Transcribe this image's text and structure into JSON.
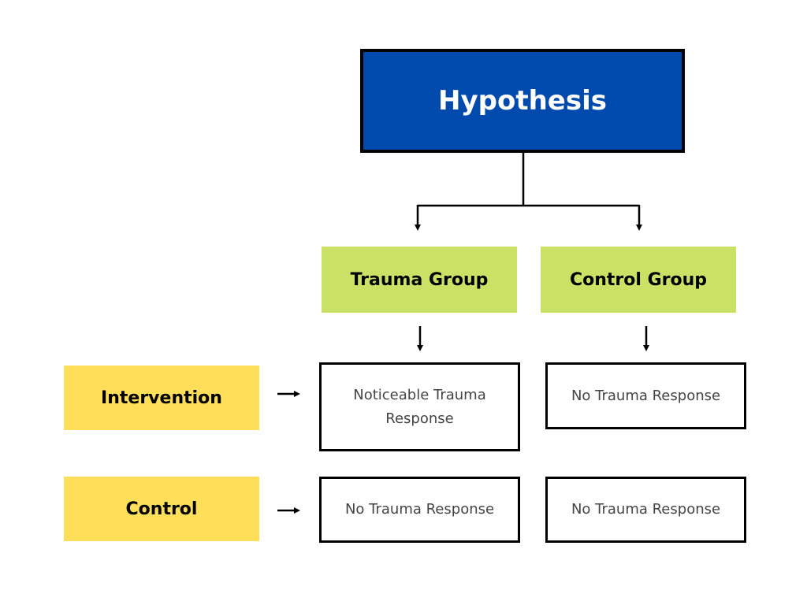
{
  "hypothesis": {
    "label": "Hypothesis"
  },
  "groups": [
    {
      "label": "Trauma Group"
    },
    {
      "label": "Control Group"
    }
  ],
  "rows": [
    {
      "label": "Intervention"
    },
    {
      "label": "Control"
    }
  ],
  "cells": [
    [
      "Noticeable Trauma Response",
      "No Trauma Response"
    ],
    [
      "No Trauma Response",
      "No Trauma Response"
    ]
  ],
  "colors": {
    "hypothesis_fill": "#004aad",
    "group_fill": "#c9e265",
    "row_fill": "#ffde59",
    "border": "#000000"
  }
}
